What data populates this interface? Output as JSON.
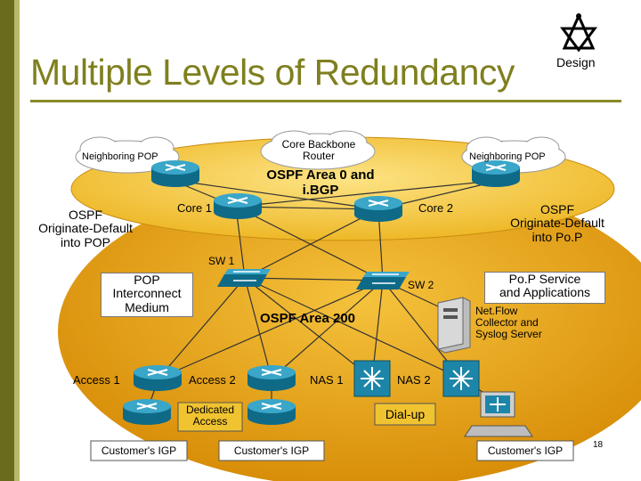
{
  "slide": {
    "title": "Multiple Levels of Redundancy",
    "design_label": "Design",
    "page_number": "18"
  },
  "labels": {
    "neighboring_pop_left": "Neighboring POP",
    "neighboring_pop_right": "Neighboring POP",
    "core_backbone_router_l1": "Core Backbone",
    "core_backbone_router_l2": "Router",
    "ospf_area0_l1": "OSPF Area 0 and",
    "ospf_area0_l2": "i.BGP",
    "core1": "Core 1",
    "core2": "Core 2",
    "ospf_default_pop_l1": "OSPF",
    "ospf_default_pop_l2": "Originate-Default",
    "ospf_default_pop_l3": "into POP",
    "ospf_default_right_l1": "OSPF",
    "ospf_default_right_l2": "Originate-Default",
    "ospf_default_right_l3": "into Po.P",
    "sw1": "SW 1",
    "sw2": "SW 2",
    "pop_interconnect_l1": "POP",
    "pop_interconnect_l2": "Interconnect",
    "pop_interconnect_l3": "Medium",
    "pop_service_l1": "Po.P Service",
    "pop_service_l2": "and Applications",
    "netflow_l1": "Net.Flow",
    "netflow_l2": "Collector and",
    "netflow_l3": "Syslog Server",
    "ospf_area200": "OSPF Area 200",
    "access1": "Access 1",
    "access2": "Access 2",
    "nas1": "NAS 1",
    "nas2": "NAS 2",
    "dedicated_access_l1": "Dedicated",
    "dedicated_access_l2": "Access",
    "dialup": "Dial-up",
    "customer_igp_left": "Customer's IGP",
    "customer_igp_mid": "Customer's IGP",
    "customer_igp_right": "Customer's IGP"
  },
  "colors": {
    "ellipse_fill": "#e8a810",
    "ellipse_top": "#f7d24a",
    "router_body": "#1d86a8",
    "title": "#7f7f1f"
  }
}
